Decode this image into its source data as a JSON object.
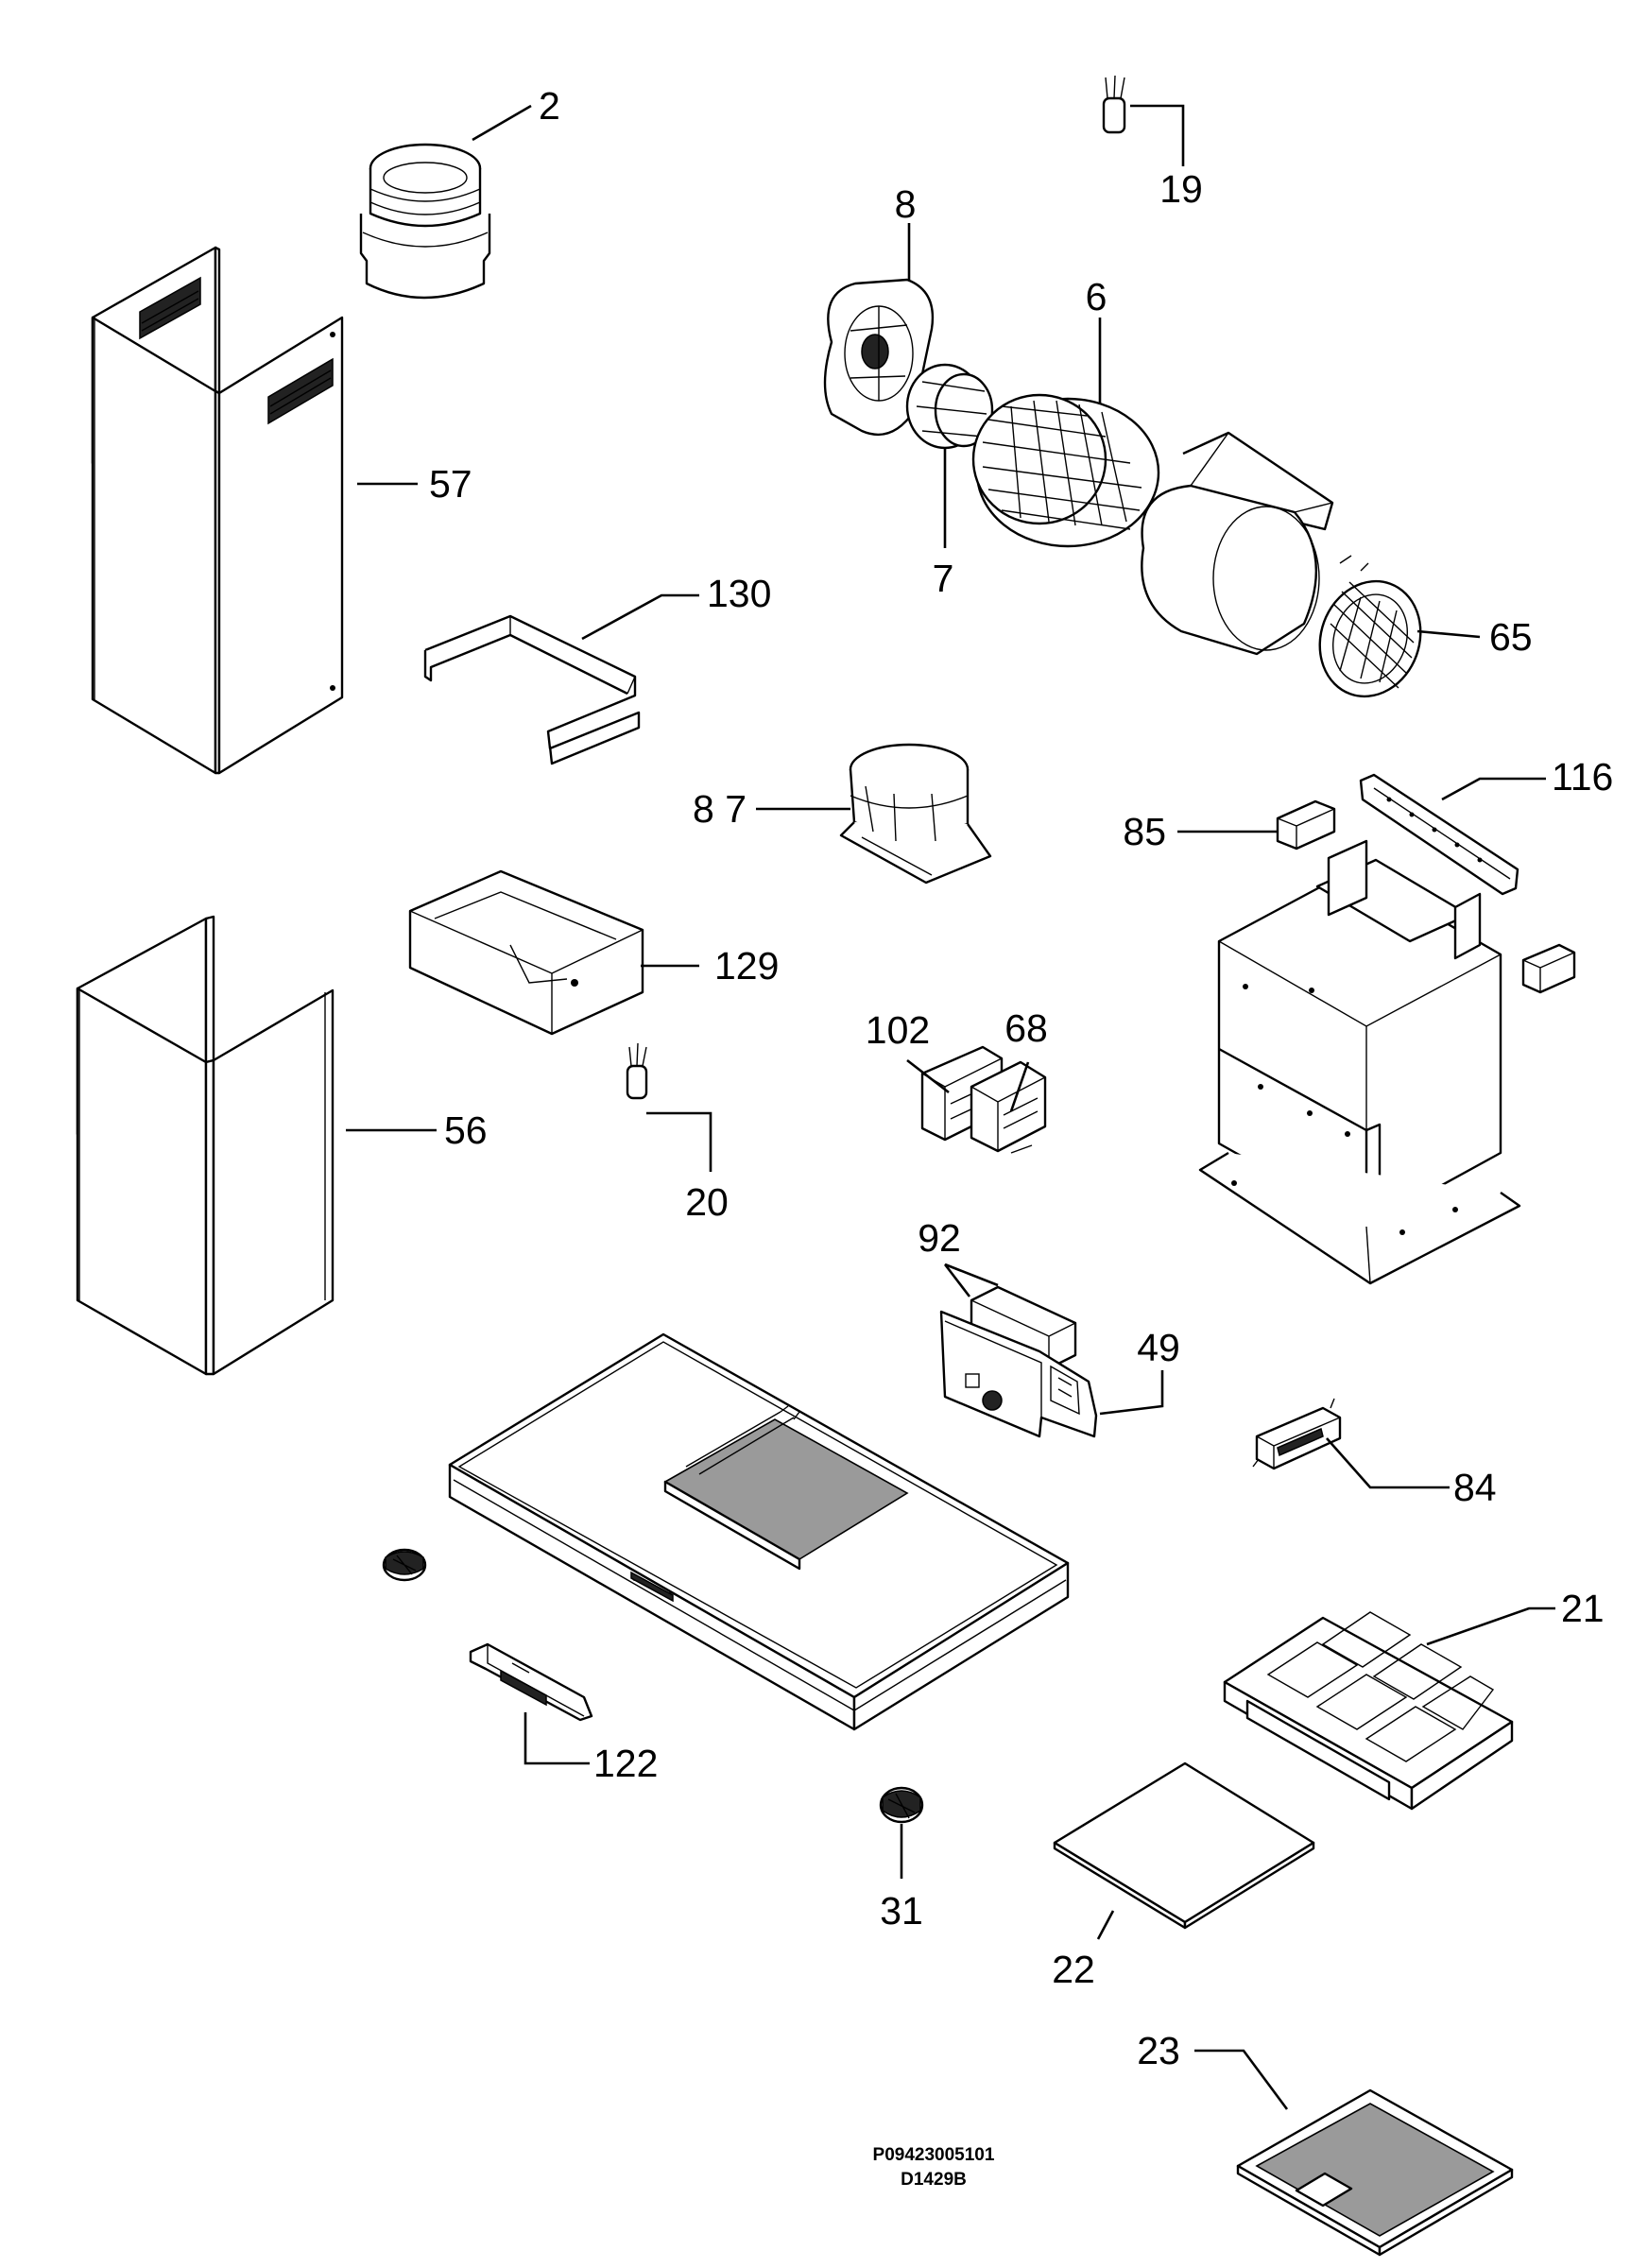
{
  "callouts": [
    "2",
    "19",
    "8",
    "6",
    "57",
    "7",
    "130",
    "65",
    "8 7",
    "116",
    "85",
    "129",
    "102",
    "68",
    "56",
    "20",
    "92",
    "49",
    "84",
    "21",
    "122",
    "31",
    "22",
    "23"
  ],
  "drawing_code": [
    "P09423005101",
    "D1429B"
  ]
}
